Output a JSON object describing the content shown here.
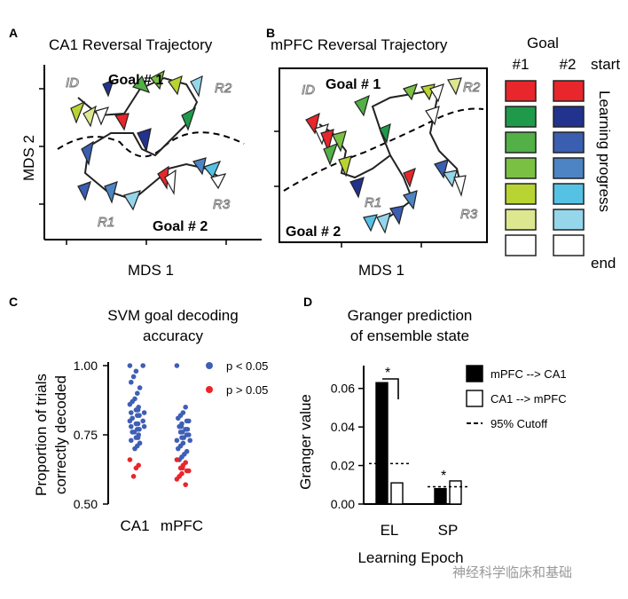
{
  "panels": {
    "A": {
      "letter": "A",
      "title": "CA1 Reversal Trajectory",
      "xlabel": "MDS 1",
      "ylabel": "MDS 2",
      "goal1": "Goal # 1",
      "goal2": "Goal # 2",
      "regions": {
        "id": "ID",
        "r1": "R1",
        "r2": "R2",
        "r3": "R3"
      }
    },
    "B": {
      "letter": "B",
      "title": "mPFC Reversal Trajectory",
      "xlabel": "MDS 1",
      "goal1": "Goal # 1",
      "goal2": "Goal # 2",
      "regions": {
        "id": "ID",
        "r1": "R1",
        "r2": "R2",
        "r3": "R3"
      }
    },
    "C": {
      "letter": "C",
      "title_line1": "SVM goal decoding",
      "title_line2": "accuracy",
      "ylabel_line1": "Proportion of trials",
      "ylabel_line2": "correctly decoded"
    },
    "D": {
      "letter": "D",
      "title_line1": "Granger prediction",
      "title_line2": "of ensemble state",
      "ylabel": "Granger value",
      "xlabel": "Learning Epoch",
      "star": "*"
    }
  },
  "goal_legend": {
    "title": "Goal",
    "col1": "#1",
    "col2": "#2",
    "start": "start",
    "end": "end",
    "progress": "Learning progress",
    "goal1_colors": [
      "#e8262b",
      "#1f9a4a",
      "#52b046",
      "#7ac143",
      "#b8d432",
      "#dde78f",
      "#ffffff"
    ],
    "goal2_colors": [
      "#e8262b",
      "#22328f",
      "#3a5eb0",
      "#4d84c4",
      "#55c2e4",
      "#95d6ea",
      "#ffffff"
    ]
  },
  "chart_data": [
    {
      "type": "scatter",
      "panel": "C",
      "categories": [
        "CA1",
        "mPFC"
      ],
      "ylim": [
        0.5,
        1.0
      ],
      "yticks": [
        "0.50",
        "0.75",
        "1.00"
      ],
      "legend": [
        {
          "name": "p < 0.05",
          "color": "#3f5fb5"
        },
        {
          "name": "p > 0.05",
          "color": "#e8262b"
        }
      ],
      "series": [
        {
          "name": "p < 0.05",
          "category": "CA1",
          "values": [
            1.0,
            1.0,
            0.98,
            0.96,
            0.94,
            0.92,
            0.9,
            0.88,
            0.87,
            0.86,
            0.85,
            0.84,
            0.84,
            0.83,
            0.83,
            0.82,
            0.82,
            0.81,
            0.8,
            0.8,
            0.79,
            0.79,
            0.78,
            0.78,
            0.77,
            0.77,
            0.76,
            0.76,
            0.75,
            0.74,
            0.74,
            0.73,
            0.72,
            0.71,
            0.7
          ]
        },
        {
          "name": "p > 0.05",
          "category": "CA1",
          "values": [
            0.66,
            0.64,
            0.63,
            0.6
          ]
        },
        {
          "name": "p < 0.05",
          "category": "mPFC",
          "values": [
            1.0,
            0.85,
            0.83,
            0.82,
            0.81,
            0.8,
            0.8,
            0.79,
            0.78,
            0.78,
            0.77,
            0.77,
            0.76,
            0.76,
            0.75,
            0.75,
            0.74,
            0.74,
            0.73,
            0.73,
            0.72,
            0.71,
            0.7,
            0.69,
            0.68,
            0.67,
            0.66
          ]
        },
        {
          "name": "p > 0.05",
          "category": "mPFC",
          "values": [
            0.66,
            0.65,
            0.64,
            0.63,
            0.63,
            0.62,
            0.62,
            0.61,
            0.6,
            0.59,
            0.57
          ]
        }
      ]
    },
    {
      "type": "bar",
      "panel": "D",
      "categories": [
        "EL",
        "SP"
      ],
      "ylim": [
        0,
        0.07
      ],
      "yticks": [
        "0.00",
        "0.02",
        "0.04",
        "0.06"
      ],
      "series": [
        {
          "name": "mPFC --> CA1",
          "values": [
            0.063,
            0.008
          ],
          "color": "#000000"
        },
        {
          "name": "CA1 --> mPFC",
          "values": [
            0.011,
            0.012
          ],
          "color": "#ffffff"
        }
      ],
      "cutoff_label": "95% Cutoff",
      "cutoffs": [
        0.021,
        0.009
      ],
      "significance": [
        "EL mPFC --> CA1 *",
        "EL comparison *",
        "SP CA1 --> mPFC *"
      ]
    }
  ],
  "watermark": "神经科学临床和基础"
}
